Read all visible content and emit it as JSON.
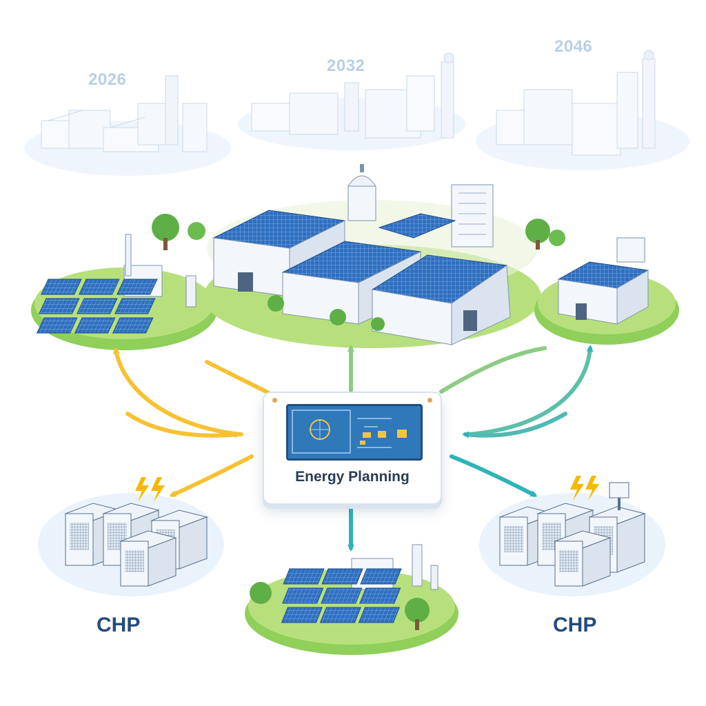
{
  "timeline": {
    "years": [
      "2026",
      "2032",
      "2046"
    ]
  },
  "hub": {
    "title": "Energy Planning"
  },
  "nodes": {
    "chp_left_label": "CHP",
    "chp_right_label": "CHP"
  },
  "colors": {
    "arrow_yellow": "#f7c132",
    "arrow_green": "#8ccc82",
    "arrow_teal": "#2fb3b8",
    "solar_blue": "#2f6fc0",
    "grass_green": "#8fcf5a",
    "building_white": "#f3f6fb",
    "label_navy": "#244b7d",
    "faded_year": "#b8cfe6"
  }
}
